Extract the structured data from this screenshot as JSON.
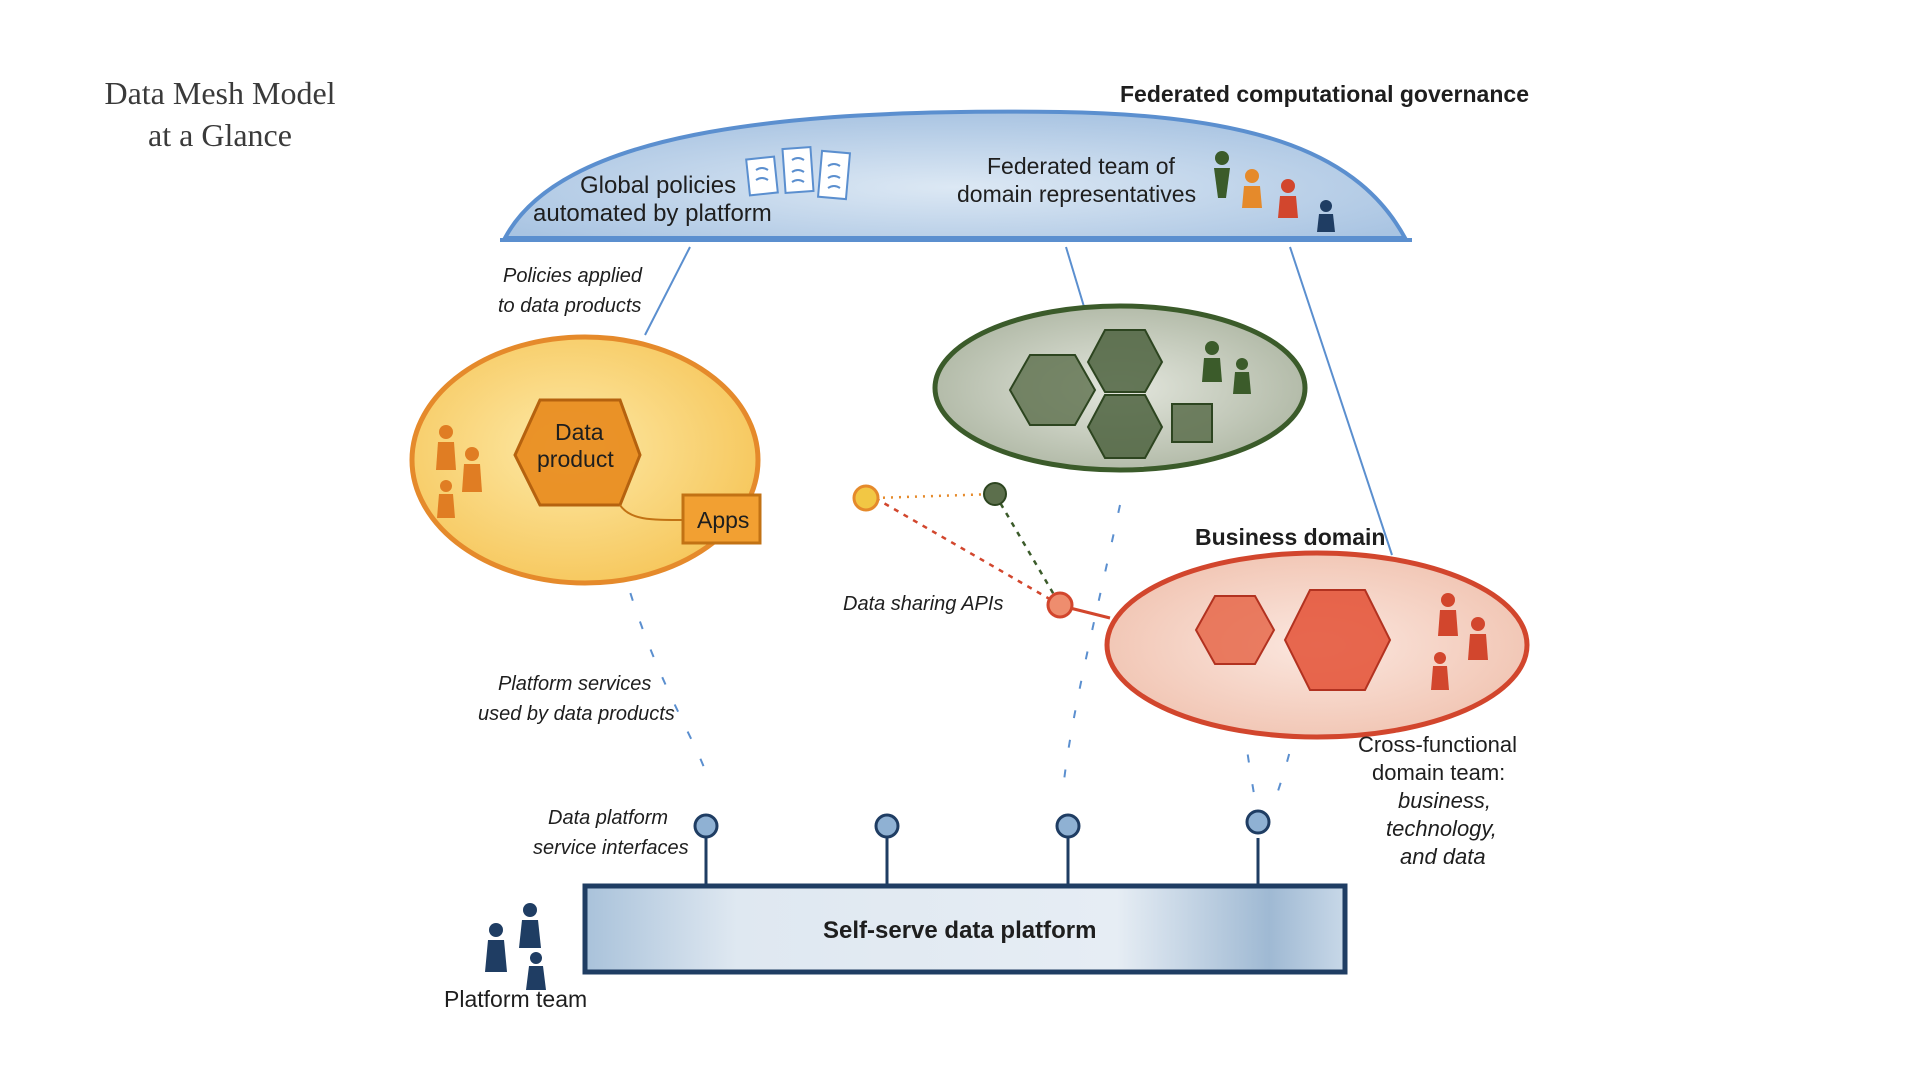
{
  "slide": {
    "title_line1": "Data Mesh Model",
    "title_line2": "at a Glance"
  },
  "governance": {
    "title": "Federated computational governance",
    "global_policies_line1": "Global policies",
    "global_policies_line2": "automated by platform",
    "federated_team_line1": "Federated team of",
    "federated_team_line2": "domain representatives"
  },
  "labels": {
    "policies_applied_line1": "Policies applied",
    "policies_applied_line2": "to data products",
    "data_product_line1": "Data",
    "data_product_line2": "product",
    "apps": "Apps",
    "data_sharing_apis": "Data sharing APIs",
    "business_domain": "Business domain",
    "platform_services_line1": "Platform services",
    "platform_services_line2": "used by data products",
    "platform_interfaces_line1": "Data platform",
    "platform_interfaces_line2": "service interfaces",
    "self_serve_platform": "Self-serve data platform",
    "platform_team": "Platform team",
    "cross_functional_line1": "Cross-functional",
    "cross_functional_line2": "domain team:",
    "cross_functional_line3": "business,",
    "cross_functional_line4": "technology,",
    "cross_functional_line5": "and data"
  },
  "colors": {
    "governance_blue": "#b9cfe6",
    "governance_stroke": "#5b8fcf",
    "orange_domain": "#e58a2b",
    "orange_fill": "#fbe3a0",
    "green_domain": "#3b5b2a",
    "green_fill": "#c9cfc0",
    "red_domain": "#d2462d",
    "red_fill": "#f6d8cc",
    "platform_navy": "#1f3d63",
    "platform_fill": "#c8d8e8"
  }
}
